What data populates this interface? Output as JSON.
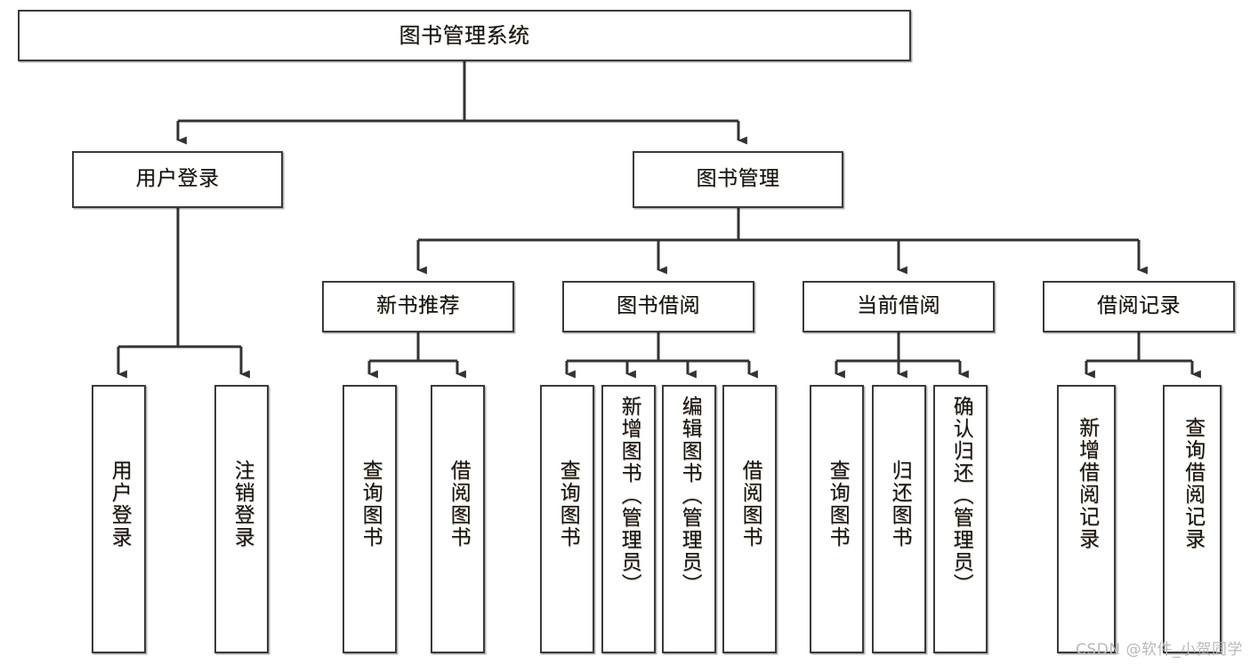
{
  "diagram": {
    "title": "图书管理系统",
    "type": "tree-hierarchy-chart",
    "watermark": "CSDN @软件_小贺同学",
    "colors": {
      "node_border": "#3a3a3a",
      "node_fill": "#ffffff",
      "connector": "#333333",
      "text": "#141414",
      "watermark": "#b9b9b9"
    },
    "levels": {
      "root": {
        "label": "图书管理系统"
      },
      "level2": [
        {
          "label": "用户登录"
        },
        {
          "label": "图书管理"
        }
      ],
      "level3": [
        {
          "label": "新书推荐"
        },
        {
          "label": "图书借阅"
        },
        {
          "label": "当前借阅"
        },
        {
          "label": "借阅记录"
        }
      ],
      "leaves": {
        "user_login": [
          {
            "label": "用户登录"
          },
          {
            "label": "注销登录"
          }
        ],
        "new_book_recommend": [
          {
            "label": "查询图书"
          },
          {
            "label": "借阅图书"
          }
        ],
        "book_borrow": [
          {
            "label": "查询图书"
          },
          {
            "label": "新增图书（管理员）"
          },
          {
            "label": "编辑图书（管理员）"
          },
          {
            "label": "借阅图书"
          }
        ],
        "current_borrow": [
          {
            "label": "查询图书"
          },
          {
            "label": "归还图书"
          },
          {
            "label": "确认归还（管理员）"
          }
        ],
        "borrow_record": [
          {
            "label": "新增借阅记录"
          },
          {
            "label": "查询借阅记录"
          }
        ]
      }
    }
  }
}
